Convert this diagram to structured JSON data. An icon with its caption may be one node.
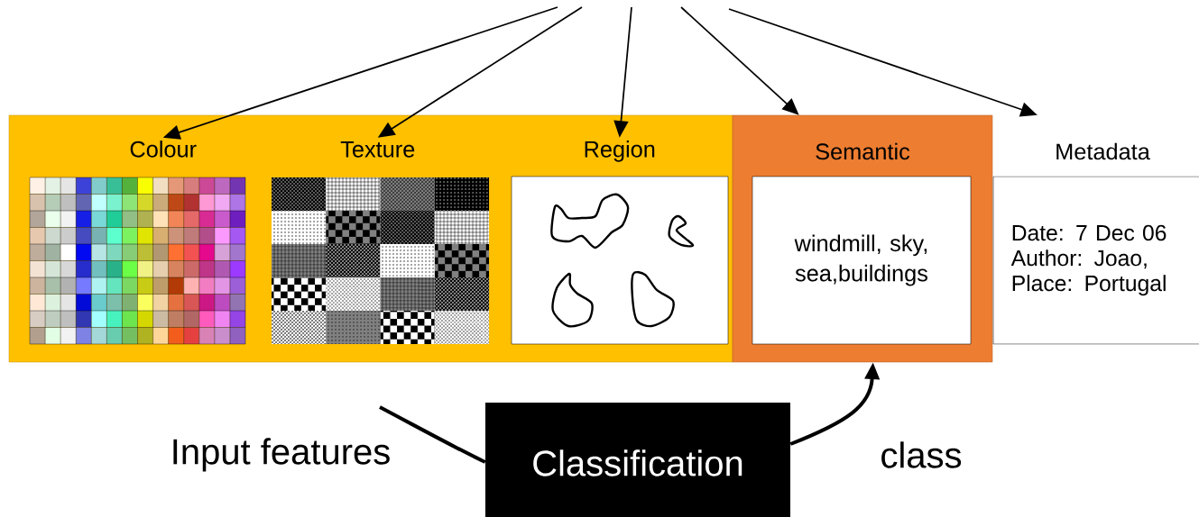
{
  "diagram": {
    "nodes": [
      {
        "text": [],
        "shape": "box"
      },
      {
        "text": [
          "Colour"
        ],
        "in": 0
      },
      {
        "text": [
          "Texture"
        ],
        "in": 0
      },
      {
        "text": [
          "Region"
        ],
        "in": 0
      },
      {
        "text": [
          "Semantic",
          "windmill, sky, sea,buildings"
        ]
      },
      {
        "text": [
          "Metadata",
          "Date: 7 Dec 06 Author: Joao, Place: Portugal"
        ]
      },
      {
        "text": [
          "Classification"
        ]
      }
    ],
    "edges": [
      {
        "from": null,
        "to": 1,
        "arrow": "to"
      },
      {
        "from": null,
        "to": 2,
        "arrow": "to"
      },
      {
        "from": null,
        "to": 3,
        "arrow": "to"
      },
      {
        "from": null,
        "to": 4,
        "arrow": "to"
      },
      {
        "from": null,
        "to": 5,
        "arrow": "to"
      },
      {
        "from": null,
        "to": 6,
        "arrow": "none",
        "label": "Input features",
        "style": "thick"
      },
      {
        "from": 6,
        "to": 4,
        "arrow": "to",
        "label": "class",
        "style": "thick"
      }
    ]
  }
}
